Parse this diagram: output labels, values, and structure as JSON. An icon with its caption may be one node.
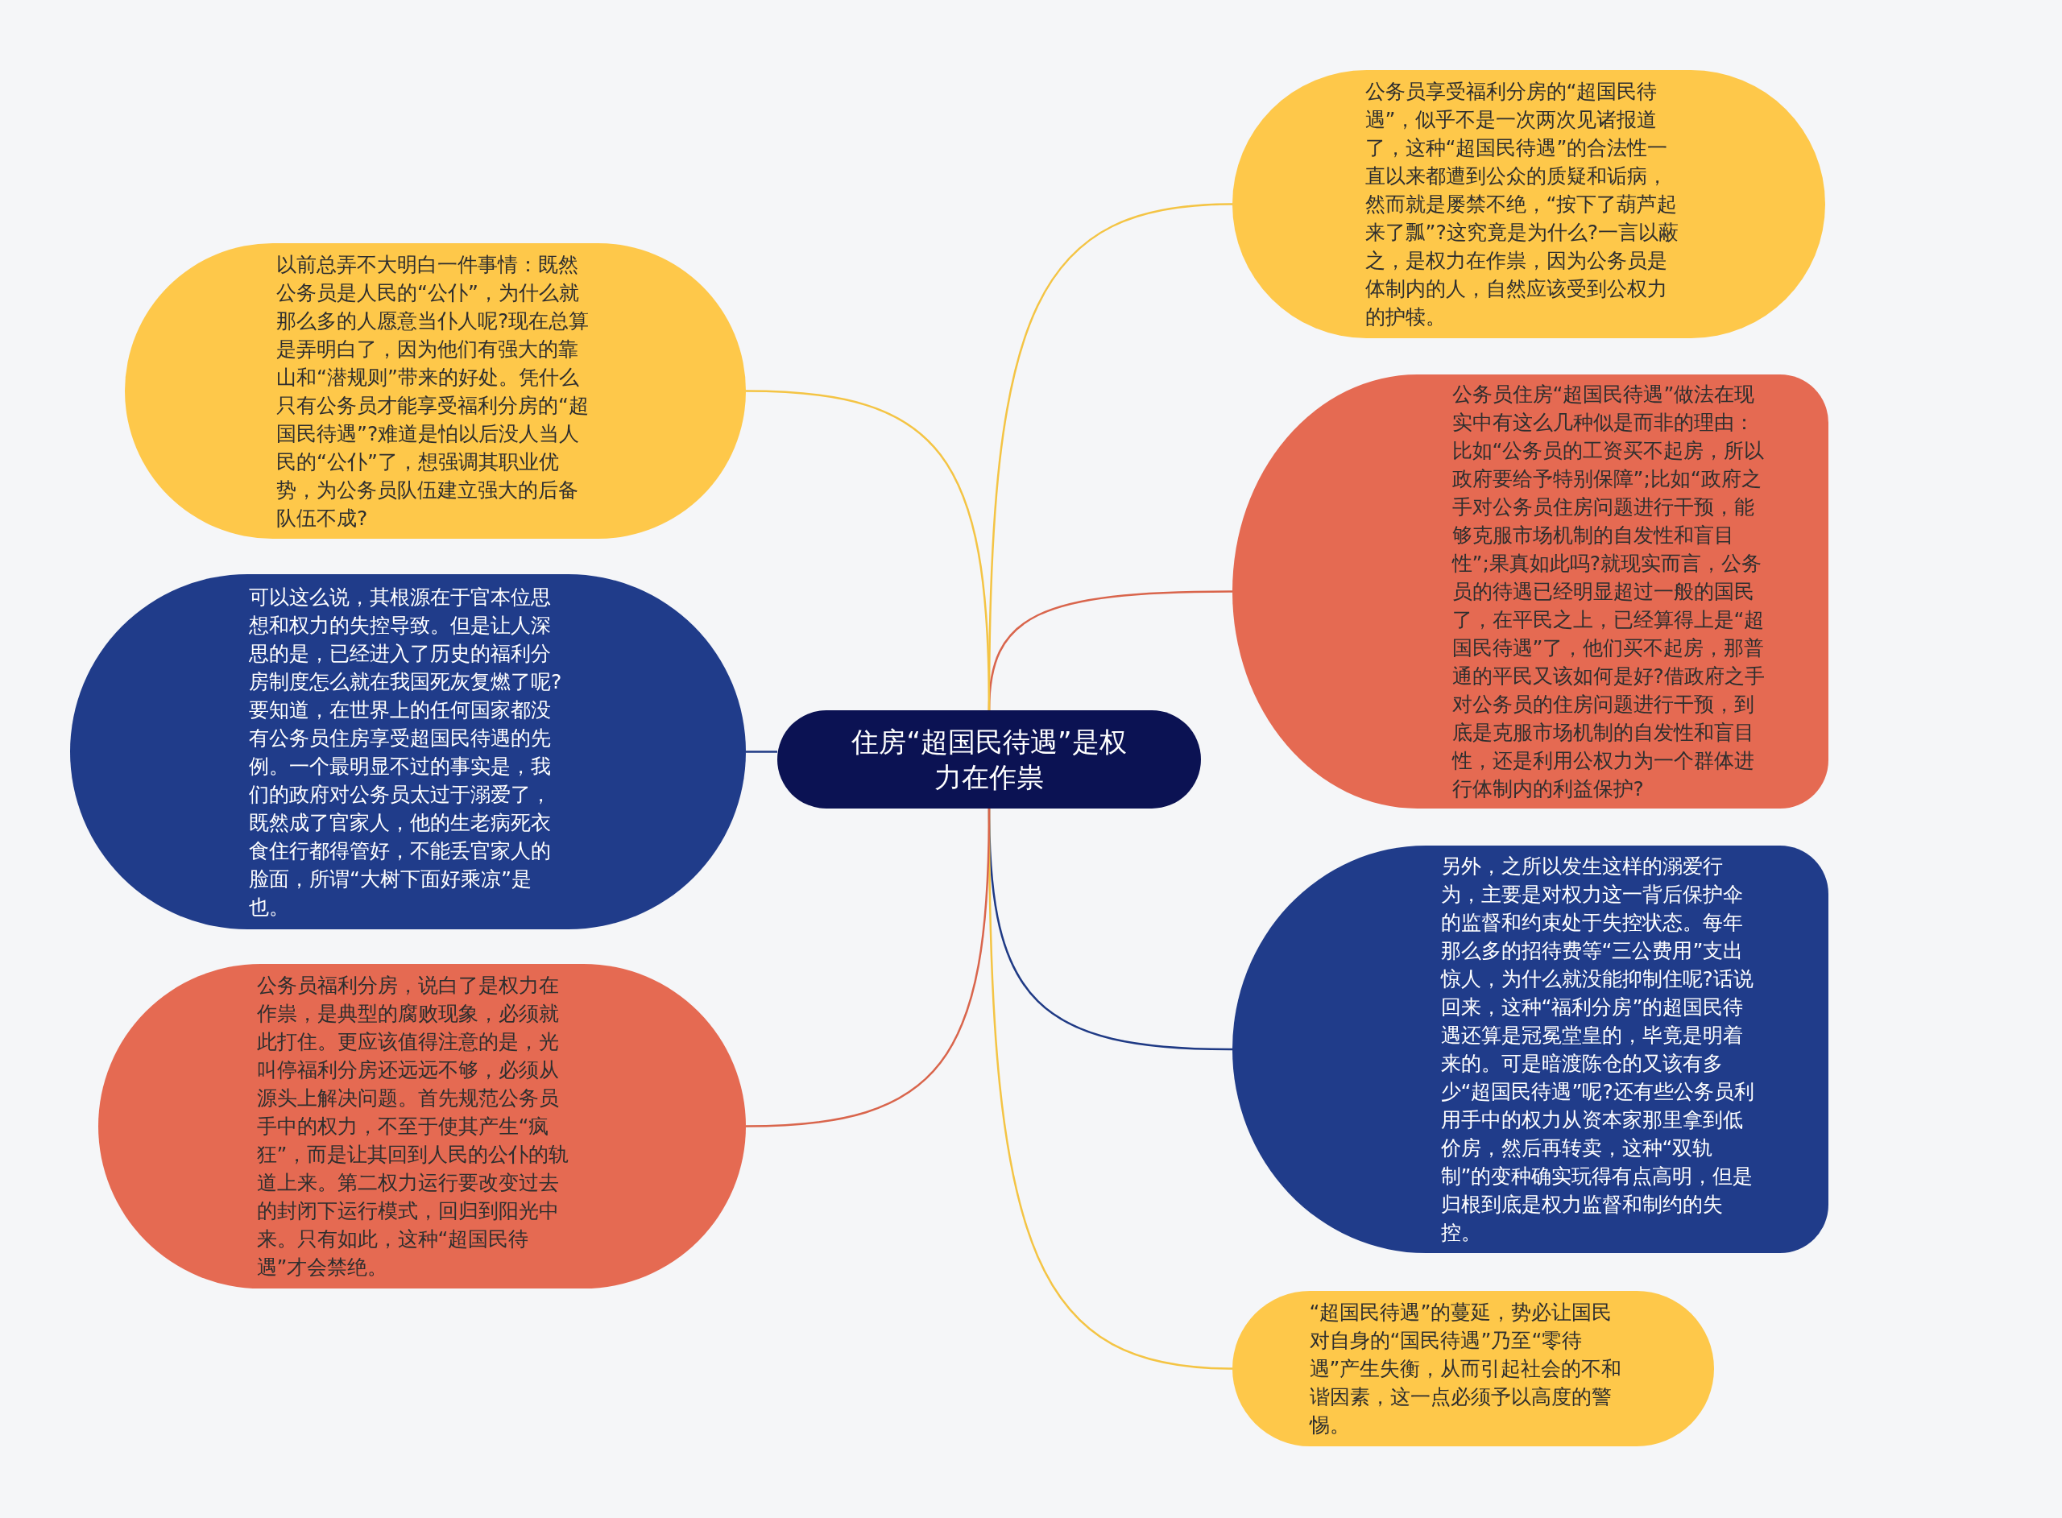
{
  "diagram": {
    "nodes": [
      {
        "text": [
          "住房“超国民待遇”是权力在作祟"
        ]
      },
      {
        "text": [
          "公务员享受福利分房的“超国民待遇”，似乎不是一次两次见诸报道了，这种“超国民待遇”的合法性一直以来都遭到公众的质疑和诟病，然而就是屡禁不绝，“按下了葫芦起来了瓢”?这究竟是为什么?一言以蔽之，是权力在作祟，因为公务员是体制内的人，自然应该受到公权力的护犊。"
        ]
      },
      {
        "text": [
          "公务员住房“超国民待遇”做法在现实中有这么几种似是而非的理由：比如“公务员的工资买不起房，所以政府要给予特别保障”;比如“政府之手对公务员住房问题进行干预，能够克服市场机制的自发性和盲目性”;果真如此吗?就现实而言，公务员的待遇已经明显超过一般的国民了，在平民之上，已经算得上是“超国民待遇”了，他们买不起房，那普通的平民又该如何是好?借政府之手对公务员的住房问题进行干预，到底是克服市场机制的自发性和盲目性，还是利用公权力为一个群体进行体制内的利益保护?"
        ]
      },
      {
        "text": [
          "另外，之所以发生这样的溺爱行为，主要是对权力这一背后保护伞的监督和约束处于失控状态。每年那么多的招待费等“三公费用”支出惊人，为什么就没能抑制住呢?话说回来，这种“福利分房”的超国民待遇还算是冠冕堂皇的，毕竟是明着来的。可是暗渡陈仓的又该有多少“超国民待遇”呢?还有些公务员利用手中的权力从资本家那里拿到低价房，然后再转卖，这种“双轨制”的变种确实玩得有点高明，但是归根到底是权力监督和制约的失控。"
        ]
      },
      {
        "text": [
          "“超国民待遇”的蔓延，势必让国民对自身的“国民待遇”乃至“零待遇”产生失衡，从而引起社会的不和谐因素，这一点必须予以高度的警惕。"
        ]
      },
      {
        "text": [
          "以前总弄不大明白一件事情：既然公务员是人民的“公仆”，为什么就那么多的人愿意当仆人呢?现在总算是弄明白了，因为他们有强大的靠山和“潜规则”带来的好处。凭什么只有公务员才能享受福利分房的“超国民待遇”?难道是怕以后没人当人民的“公仆”了，想强调其职业优势，为公务员队伍建立强大的后备队伍不成?"
        ]
      },
      {
        "text": [
          "可以这么说，其根源在于官本位思想和权力的失控导致。但是让人深思的是，已经进入了历史的福利分房制度怎么就在我国死灰复燃了呢?要知道，在世界上的任何国家都没有公务员住房享受超国民待遇的先例。一个最明显不过的事实是，我们的政府对公务员太过于溺爱了，既然成了官家人，他的生老病死衣食住行都得管好，不能丢官家人的脸面，所谓“大树下面好乘凉”是也。"
        ]
      },
      {
        "text": [
          "公务员福利分房，说白了是权力在作祟，是典型的腐败现象，必须就此打住。更应该值得注意的是，光叫停福利分房还远远不够，必须从源头上解决问题。首先规范公务员手中的权力，不至于使其产生“疯狂”，而是让其回到人民的公仆的轨道上来。第二权力运行要改变过去的封闭下运行模式，回归到阳光中来。只有如此，这种“超国民待遇”才会禁绝。"
        ]
      }
    ],
    "edges": [
      {
        "from": 0,
        "to": 1,
        "arrow": "none"
      },
      {
        "from": 0,
        "to": 2,
        "arrow": "none",
        "color": "#d9654c"
      },
      {
        "from": 0,
        "to": 3,
        "arrow": "none",
        "color": "#1f3a85"
      },
      {
        "from": 0,
        "to": 4,
        "arrow": "none"
      },
      {
        "from": 0,
        "to": 5,
        "arrow": "none"
      },
      {
        "from": 0,
        "to": 6,
        "arrow": "none",
        "color": "#1f3a85"
      },
      {
        "from": 0,
        "to": 7,
        "arrow": "none",
        "color": "#d9654c"
      }
    ]
  }
}
